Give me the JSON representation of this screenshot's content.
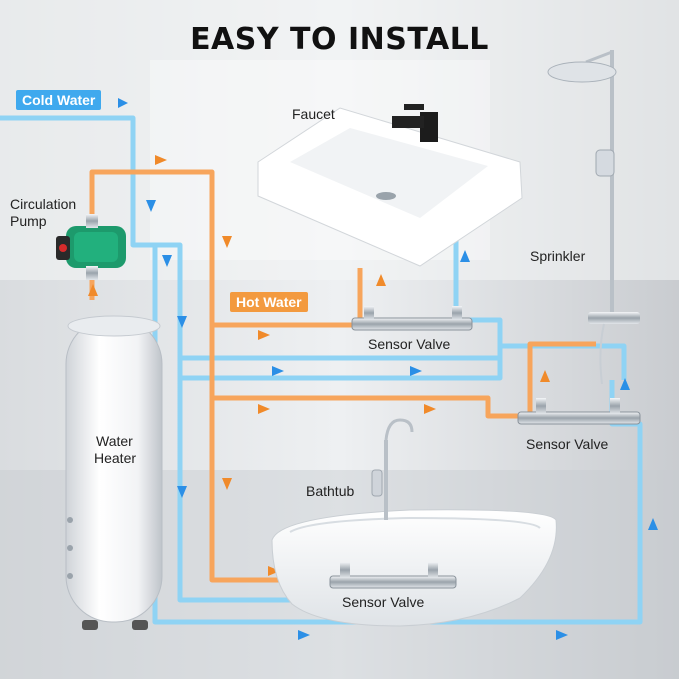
{
  "title": "EASY TO INSTALL",
  "legend": {
    "cold_water": "Cold Water",
    "hot_water": "Hot Water"
  },
  "labels": {
    "faucet": "Faucet",
    "circulation_pump": [
      "Circulation",
      "Pump"
    ],
    "sprinkler": "Sprinkler",
    "water_heater": [
      "Water",
      "Heater"
    ],
    "bathtub": "Bathtub",
    "sensor_valve": "Sensor Valve"
  },
  "colors": {
    "cold_pipe": "#8fd3f4",
    "hot_pipe": "#f7a55c",
    "cold_tag": "#3fa9ee",
    "hot_tag": "#f39a3f",
    "cold_arrow": "#2b8fe6",
    "hot_arrow": "#f08a2a"
  }
}
